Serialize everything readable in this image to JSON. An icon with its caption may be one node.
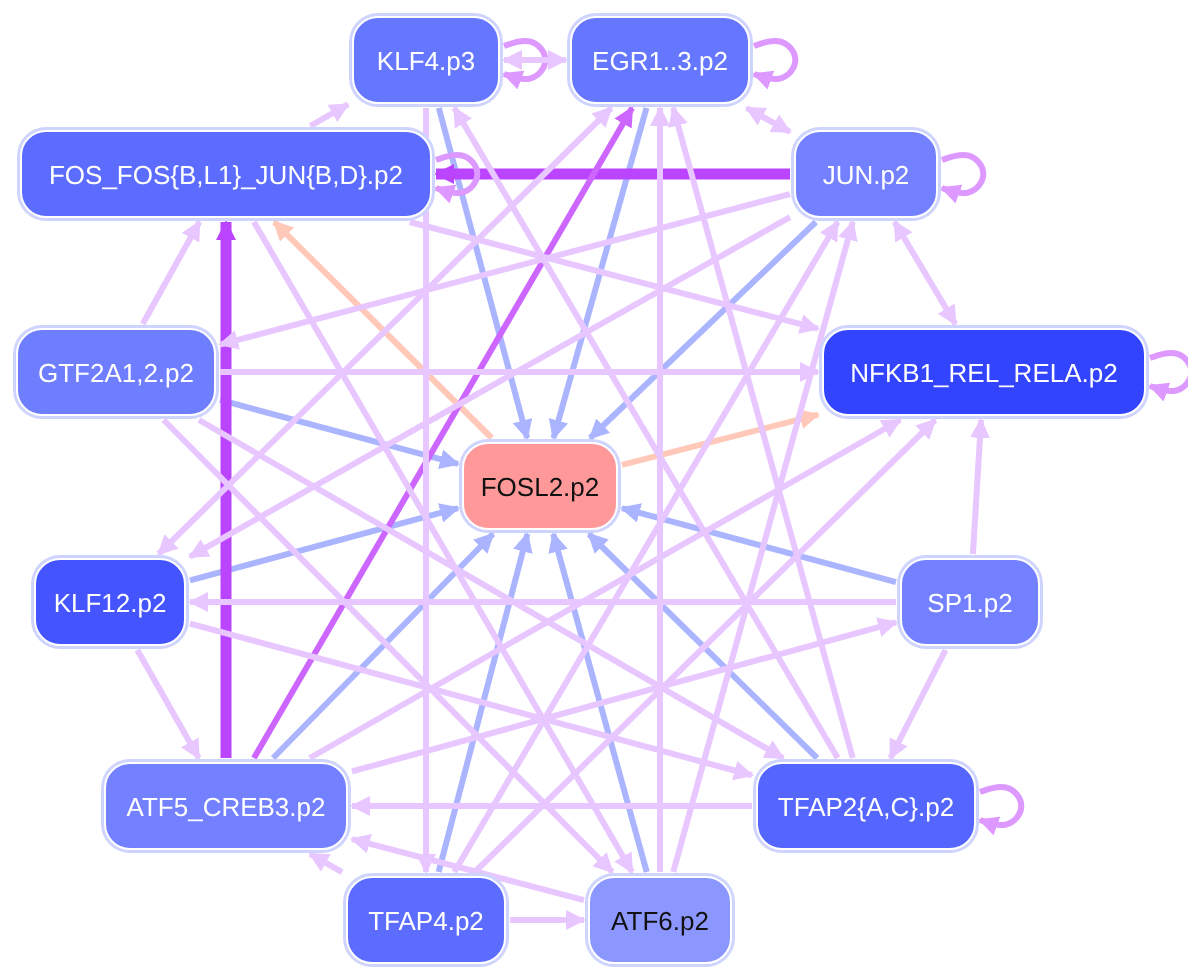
{
  "diagram": {
    "nodes": [
      {
        "text": [
          "KLF4.p3"
        ]
      },
      {
        "text": [
          "EGR1..3.p2"
        ]
      },
      {
        "text": [
          "FOS_FOS{B,L1}_JUN{B,D}.p2"
        ]
      },
      {
        "text": [
          "JUN.p2"
        ]
      },
      {
        "text": [
          "GTF2A1,2.p2"
        ]
      },
      {
        "text": [
          "NFKB1_REL_RELA.p2"
        ]
      },
      {
        "text": [
          "FOSL2.p2"
        ]
      },
      {
        "text": [
          "KLF12.p2"
        ]
      },
      {
        "text": [
          "SP1.p2"
        ]
      },
      {
        "text": [
          "ATF5_CREB3.p2"
        ]
      },
      {
        "text": [
          "TFAP2{A,C}.p2"
        ]
      },
      {
        "text": [
          "TFAP4.p2"
        ]
      },
      {
        "text": [
          "ATF6.p2"
        ]
      }
    ],
    "edges": [
      {
        "from": 1,
        "to": 6,
        "arrow": "to",
        "color": "#aab4ff"
      },
      {
        "from": 3,
        "to": 6,
        "arrow": "to",
        "color": "#aab4ff"
      },
      {
        "from": 4,
        "to": 6,
        "arrow": "to",
        "color": "#aab4ff"
      },
      {
        "from": 7,
        "to": 6,
        "arrow": "to",
        "color": "#aab4ff"
      },
      {
        "from": 9,
        "to": 6,
        "arrow": "to",
        "color": "#aab4ff"
      },
      {
        "from": 11,
        "to": 6,
        "arrow": "to",
        "color": "#aab4ff"
      },
      {
        "from": 12,
        "to": 6,
        "arrow": "to",
        "color": "#aab4ff"
      },
      {
        "from": 10,
        "to": 6,
        "arrow": "to",
        "color": "#aab4ff"
      },
      {
        "from": 8,
        "to": 6,
        "arrow": "to",
        "color": "#aab4ff"
      },
      {
        "from": 0,
        "to": 6,
        "arrow": "to",
        "color": "#aab4ff"
      },
      {
        "from": 6,
        "to": 2,
        "arrow": "to",
        "color": "#ffc8b8"
      },
      {
        "from": 6,
        "to": 5,
        "arrow": "to",
        "color": "#ffc8b8"
      },
      {
        "from": 3,
        "to": 2,
        "arrow": "to",
        "style": "thick",
        "color": "#bb44ff"
      },
      {
        "from": 9,
        "to": 2,
        "arrow": "to",
        "style": "thick",
        "color": "#bb44ff"
      },
      {
        "from": 9,
        "to": 1,
        "arrow": "to",
        "color": "#cc66ff"
      },
      {
        "from": 0,
        "to": 0,
        "arrow": "to",
        "color": "#dd99ff"
      },
      {
        "from": 1,
        "to": 1,
        "arrow": "to",
        "color": "#dd99ff"
      },
      {
        "from": 2,
        "to": 2,
        "arrow": "to",
        "color": "#dd99ff"
      },
      {
        "from": 3,
        "to": 3,
        "arrow": "to",
        "color": "#dd99ff"
      },
      {
        "from": 5,
        "to": 5,
        "arrow": "to",
        "color": "#dd99ff"
      },
      {
        "from": 10,
        "to": 10,
        "arrow": "to",
        "color": "#dd99ff"
      },
      {
        "from": 0,
        "to": 1,
        "arrow": "both"
      },
      {
        "from": 4,
        "to": 2,
        "arrow": "to"
      },
      {
        "from": 2,
        "to": 0,
        "arrow": "to"
      },
      {
        "from": 1,
        "to": 3,
        "arrow": "both"
      },
      {
        "from": 3,
        "to": 5,
        "arrow": "both"
      },
      {
        "from": 7,
        "to": 9,
        "arrow": "to"
      },
      {
        "from": 8,
        "to": 10,
        "arrow": "to"
      },
      {
        "from": 8,
        "to": 5,
        "arrow": "to"
      },
      {
        "from": 11,
        "to": 9,
        "arrow": "to"
      },
      {
        "from": 12,
        "to": 9,
        "arrow": "to"
      },
      {
        "from": 10,
        "to": 9,
        "arrow": "to"
      },
      {
        "from": 8,
        "to": 7,
        "arrow": "to"
      },
      {
        "from": 4,
        "to": 5,
        "arrow": "to"
      },
      {
        "from": 0,
        "to": 11,
        "arrow": "to"
      },
      {
        "from": 1,
        "to": 7,
        "arrow": "both"
      },
      {
        "from": 2,
        "to": 5,
        "arrow": "to"
      },
      {
        "from": 2,
        "to": 12,
        "arrow": "to"
      },
      {
        "from": 3,
        "to": 4,
        "arrow": "to"
      },
      {
        "from": 3,
        "to": 7,
        "arrow": "to"
      },
      {
        "from": 4,
        "to": 10,
        "arrow": "to"
      },
      {
        "from": 4,
        "to": 12,
        "arrow": "to"
      },
      {
        "from": 7,
        "to": 10,
        "arrow": "to"
      },
      {
        "from": 9,
        "to": 5,
        "arrow": "to"
      },
      {
        "from": 10,
        "to": 0,
        "arrow": "to"
      },
      {
        "from": 11,
        "to": 5,
        "arrow": "to"
      },
      {
        "from": 12,
        "to": 3,
        "arrow": "to"
      },
      {
        "from": 11,
        "to": 3,
        "arrow": "to"
      },
      {
        "from": 9,
        "to": 8,
        "arrow": "to"
      },
      {
        "from": 11,
        "to": 12,
        "arrow": "to"
      },
      {
        "from": 12,
        "to": 1,
        "arrow": "to"
      },
      {
        "from": 10,
        "to": 1,
        "arrow": "to"
      }
    ]
  }
}
